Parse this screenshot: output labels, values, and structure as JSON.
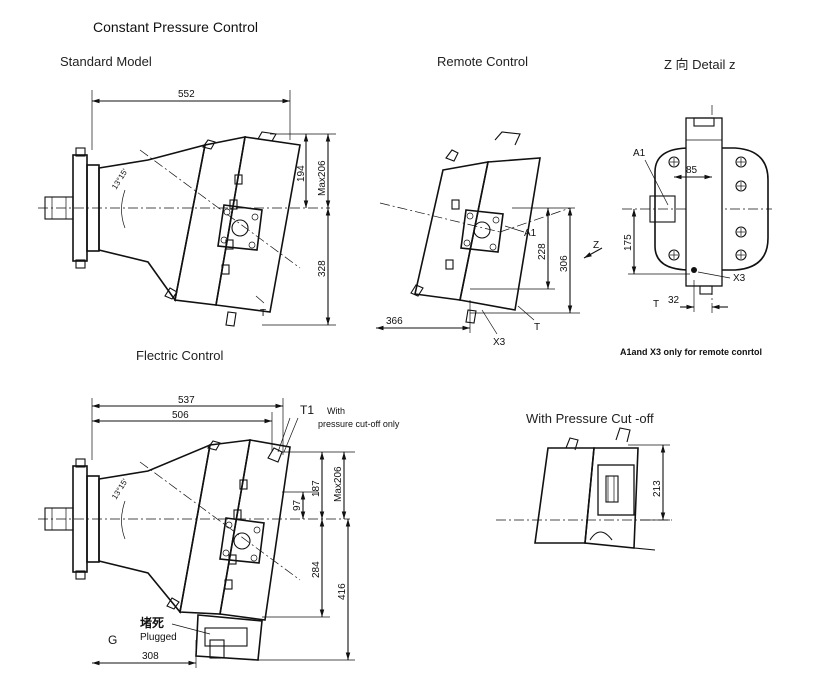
{
  "title": "Constant Pressure Control",
  "sections": {
    "standard": "Standard Model",
    "remote": "Remote Control",
    "detail": "Z 向 Detail z",
    "electric": "Flectric Control",
    "cutoff": "With Pressure Cut -off"
  },
  "standard_dims": {
    "d552": "552",
    "d194": "194",
    "dmax206": "Max206",
    "d328": "328",
    "angle": "13°15'",
    "t": "T"
  },
  "remote_dims": {
    "d366": "366",
    "d228": "228",
    "d306": "306",
    "a1": "A1",
    "x3": "X3",
    "t": "T",
    "z": "Z"
  },
  "detail_dims": {
    "a1": "A1",
    "d85": "85",
    "d175": "175",
    "d32": "32",
    "x3": "X3",
    "t": "T",
    "note": "A1and X3 only for remote conrtol"
  },
  "electric_dims": {
    "d537": "537",
    "d506": "506",
    "t1": "T1",
    "t1_note_1": "With",
    "t1_note_2": "pressure cut-off only",
    "d97": "97",
    "d187": "187",
    "dmax206": "Max206",
    "d284": "284",
    "d416": "416",
    "d308": "308",
    "angle": "13°15'",
    "plugged_cn": "堵死",
    "plugged_en": "Plugged",
    "g": "G"
  },
  "cutoff_dims": {
    "d213": "213"
  }
}
